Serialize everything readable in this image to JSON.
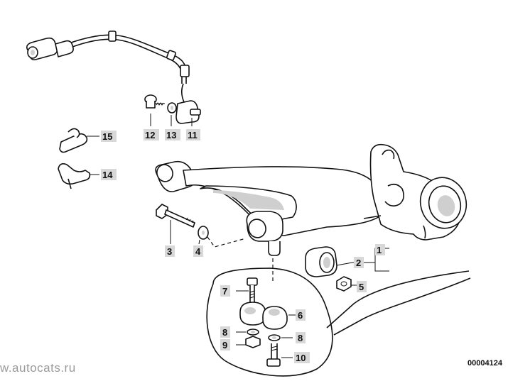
{
  "diagram": {
    "doc_number": "00004124",
    "watermark": "w.autocats.ru",
    "callouts": [
      "1",
      "2",
      "3",
      "4",
      "5",
      "6",
      "7",
      "8",
      "8",
      "9",
      "10",
      "11",
      "12",
      "13",
      "14",
      "15"
    ]
  }
}
